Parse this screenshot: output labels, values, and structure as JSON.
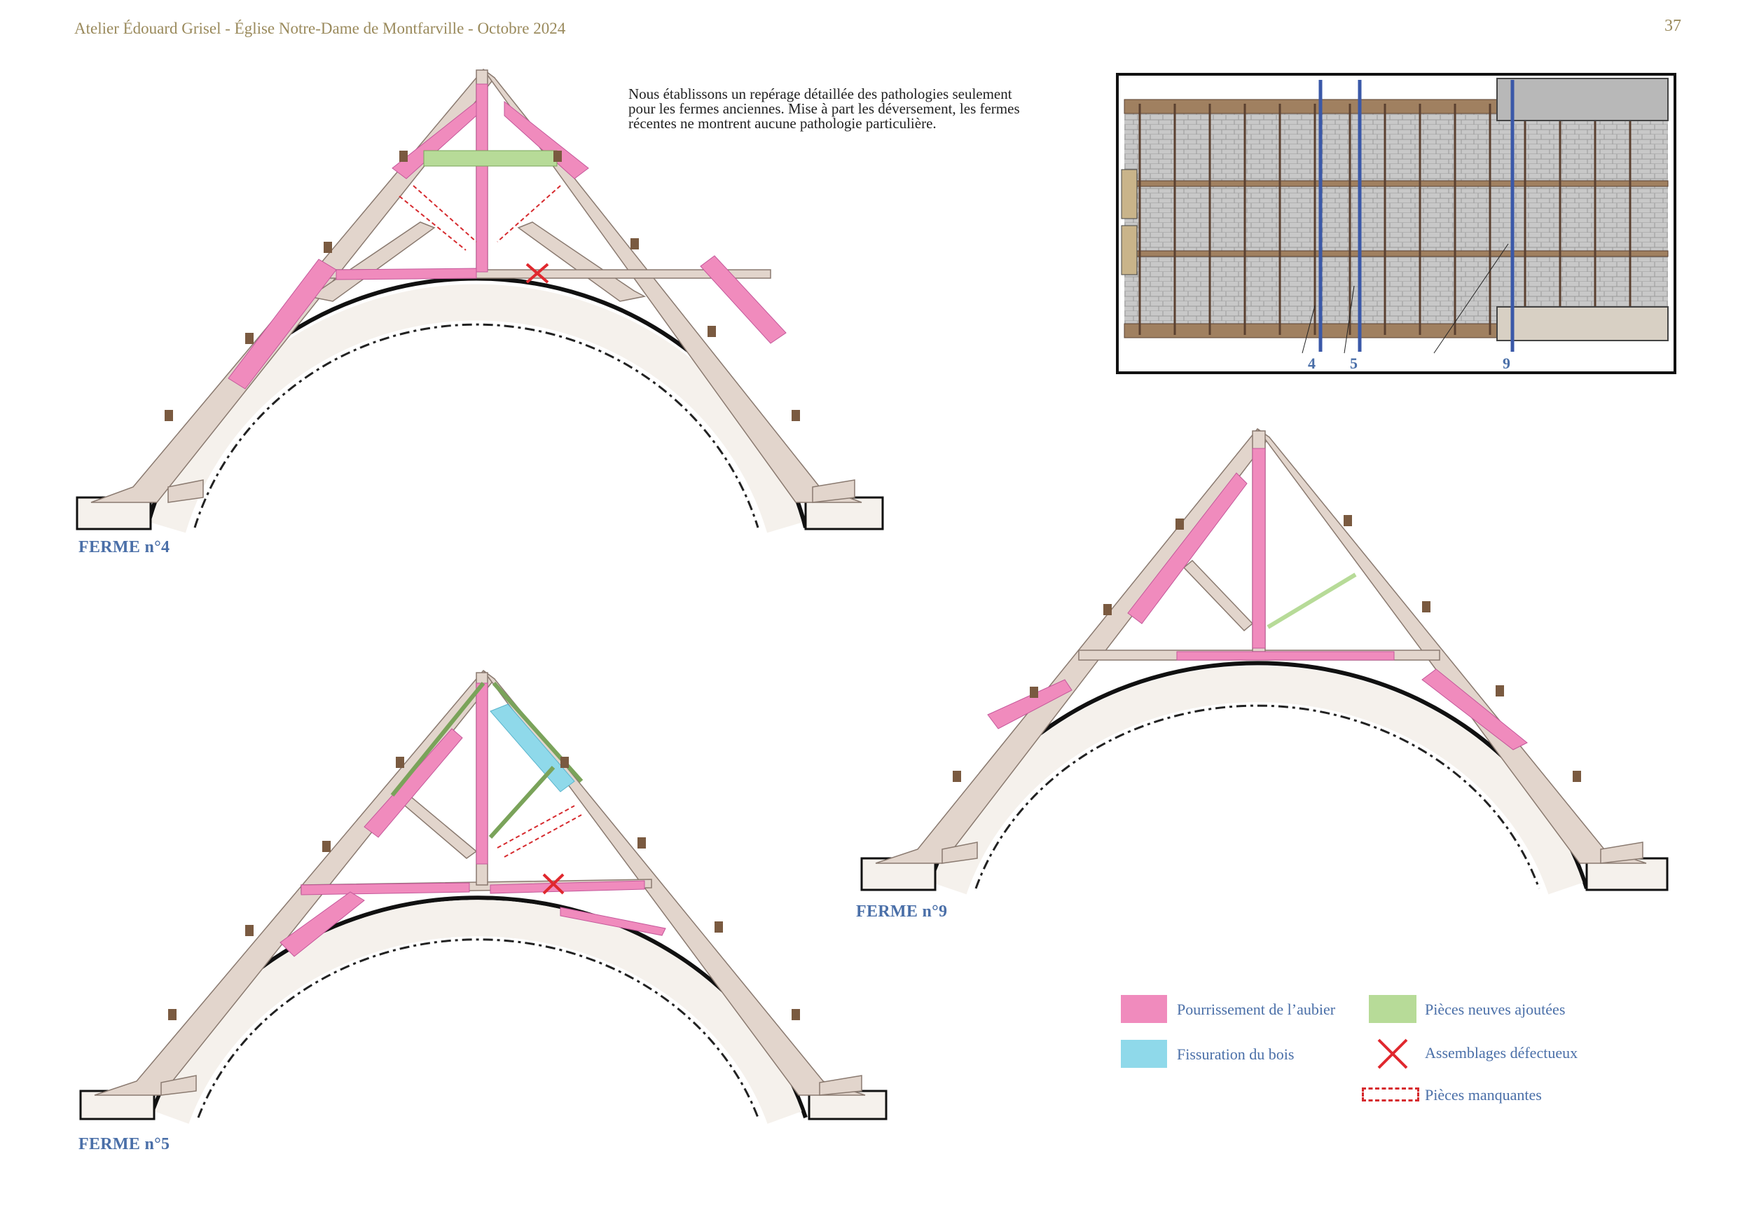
{
  "header": {
    "text": "Atelier Édouard Grisel - Église Notre-Dame de Montfarville -  Octobre 2024",
    "page_number": "37"
  },
  "intro": {
    "lines": [
      "Nous établissons un repérage détaillée des pathologies seulement",
      "pour les fermes anciennes. Mise à part les déversement, les fermes",
      "récentes ne montrent aucune pathologie particulière."
    ]
  },
  "trusses": {
    "ferme4": {
      "label": "FERME n°4"
    },
    "ferme5": {
      "label": "FERME n°5"
    },
    "ferme9": {
      "label": "FERME n°9"
    }
  },
  "plan": {
    "markers": [
      "4",
      "5",
      "9"
    ]
  },
  "legend": {
    "rot": {
      "label": "Pourrissement de l’aubier",
      "color": "#f08bbd"
    },
    "new": {
      "label": "Pièces neuves ajoutées",
      "color": "#b7db98"
    },
    "crack": {
      "label": "Fissuration du bois",
      "color": "#8fd9ea"
    },
    "joint": {
      "label": "Assemblages défectueux",
      "color": "#e0282e"
    },
    "missing": {
      "label": "Pièces manquantes",
      "color": "#d62a2e"
    }
  },
  "colors": {
    "wood": "#e2d5cc",
    "wood_stroke": "#8a7a70",
    "vault": "#f5f1ec",
    "label_blue": "#4a6fa8",
    "header_gold": "#9a8a5c"
  }
}
